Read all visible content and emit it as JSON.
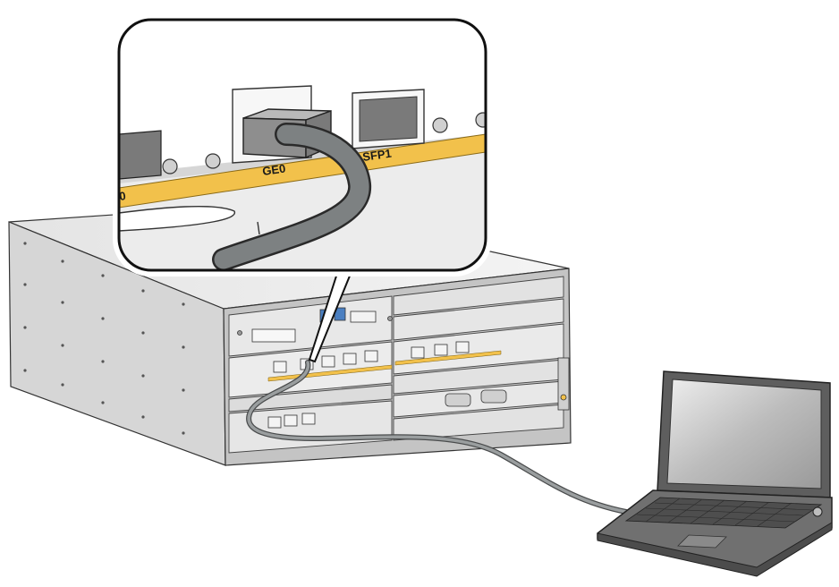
{
  "callout": {
    "port_labels": [
      "GE0",
      "SFP1",
      "0"
    ]
  },
  "colors": {
    "chassis_top": "#ececec",
    "chassis_side": "#d4d4d4",
    "chassis_front": "#bdbdbd",
    "label_strip": "#f2c14b",
    "cable": "#7d8182",
    "laptop_body": "#6b6b6b",
    "laptop_screen": "#c9c9c9"
  }
}
